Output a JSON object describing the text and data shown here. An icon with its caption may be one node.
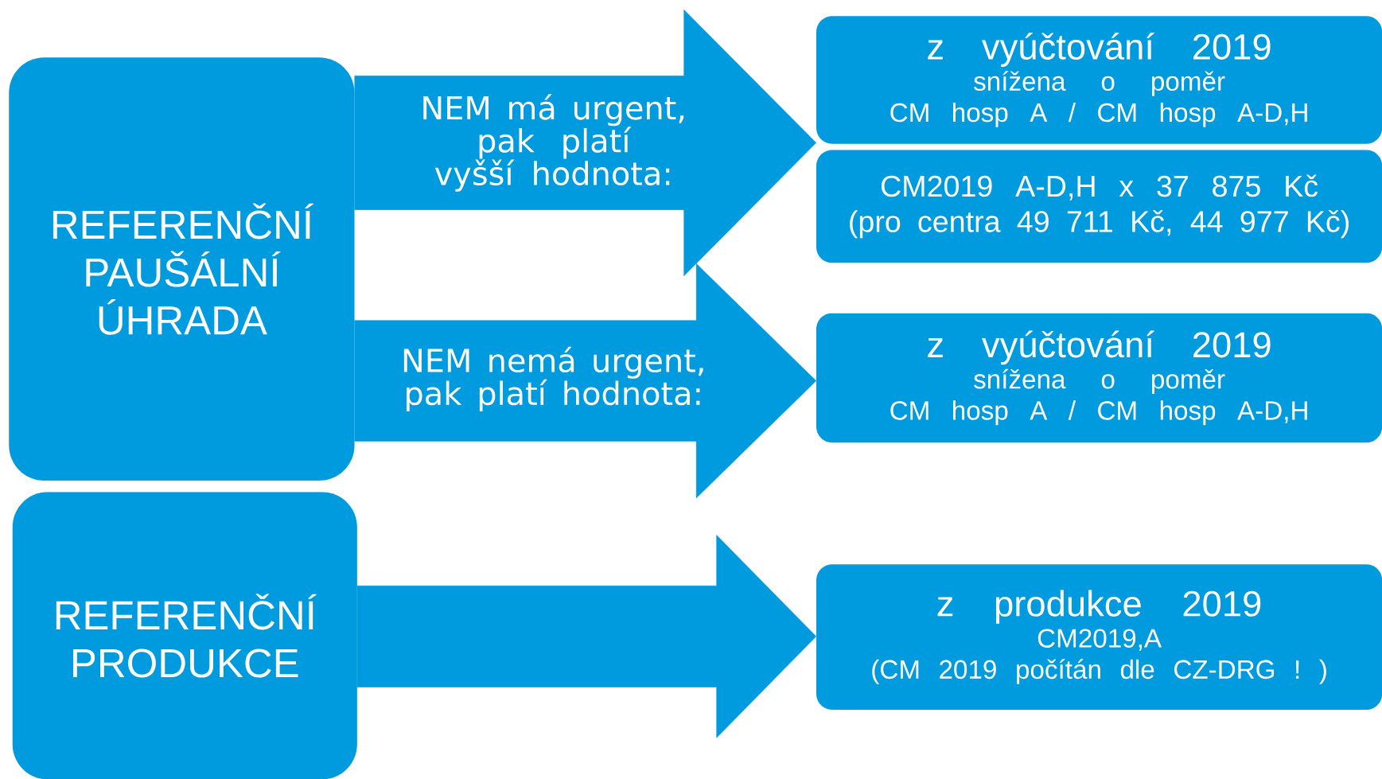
{
  "diagram": {
    "nodes": [
      {
        "text": [
          "REFERENČNÍ PAUŠÁLNÍ ÚHRADA"
        ]
      },
      {
        "text": [
          "REFERENČNÍ PRODUKCE"
        ]
      },
      {
        "text": [
          "z vyúčtování 2019",
          "snížena o poměr",
          "CM hosp A  / CM hosp A-D,H"
        ]
      },
      {
        "text": [
          "CM2019 A-D,H x 37 875 Kč",
          "(pro centra 49 711 Kč, 44 977 Kč)"
        ]
      },
      {
        "text": [
          "z vyúčtování 2019",
          "snížena o poměr",
          "CM hosp A  / CM hosp A-D,H"
        ]
      },
      {
        "text": [
          "z produkce 2019",
          "CM2019,A",
          "(CM 2019 počítán dle CZ-DRG ! )"
        ]
      }
    ],
    "edges": [
      {
        "from": 0,
        "to": 2,
        "arrow": "to",
        "label": "NEM má urgent, pak platí vyšší hodnota:"
      },
      {
        "from": 0,
        "to": 3,
        "arrow": "to"
      },
      {
        "from": 0,
        "to": 4,
        "arrow": "to",
        "label": "NEM nemá urgent, pak platí hodnota:"
      },
      {
        "from": 1,
        "to": 5,
        "arrow": "to"
      }
    ]
  }
}
